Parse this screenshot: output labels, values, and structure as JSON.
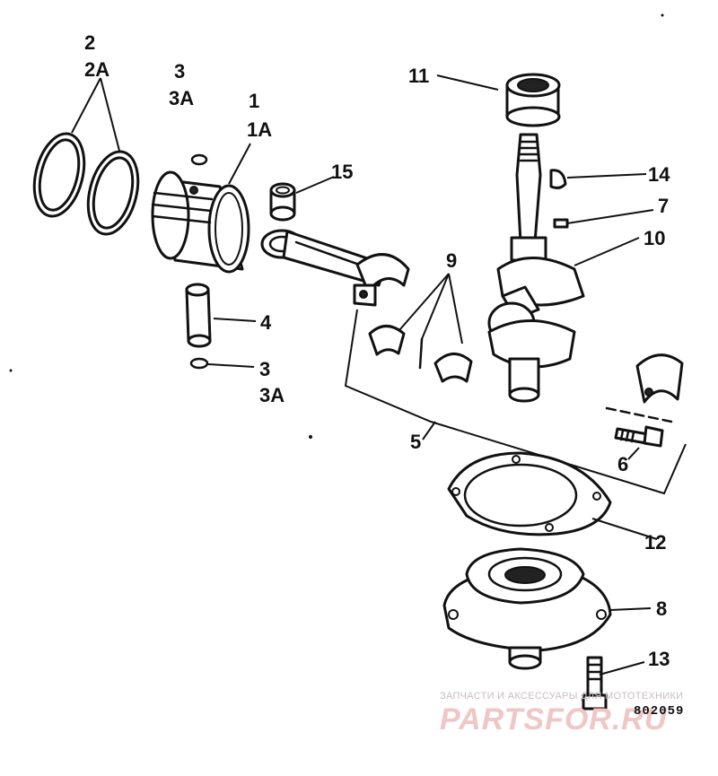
{
  "callouts": {
    "c1": "1",
    "c1a": "1A",
    "c2": "2",
    "c2a": "2A",
    "c3_top": "3",
    "c3a_top": "3A",
    "c3_bottom": "3",
    "c3a_bottom": "3A",
    "c4": "4",
    "c5": "5",
    "c6": "6",
    "c7": "7",
    "c8": "8",
    "c9": "9",
    "c10": "10",
    "c11": "11",
    "c12": "12",
    "c13": "13",
    "c14": "14",
    "c15": "15"
  },
  "reference_number": "802059",
  "watermark": {
    "tagline": "ЗАПЧАСТИ И АКСЕССУАРЫ ДЛЯ МОТОТЕХНИКИ",
    "logo": "PARTSFOR.RU"
  }
}
